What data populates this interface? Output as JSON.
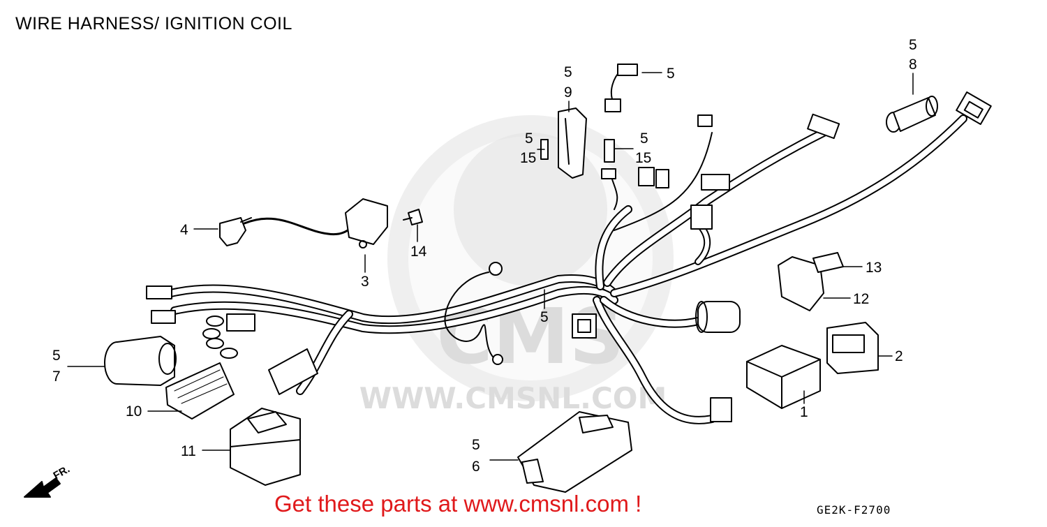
{
  "title": "WIRE HARNESS/ IGNITION COIL",
  "footer": "Get these parts at www.cmsnl.com !",
  "diagram_code": "GE2K-F2700",
  "watermark": {
    "logo": "CMS",
    "url": "WWW.CMSNL.COM"
  },
  "direction_label": "FR.",
  "callouts": {
    "c5a": "5",
    "c8": "8",
    "c5b": "5",
    "c9": "9",
    "c5c": "5",
    "c5d": "5",
    "c15a": "15",
    "c5e": "5",
    "c15b": "15",
    "c4": "4",
    "c3": "3",
    "c14": "14",
    "c13": "13",
    "c12": "12",
    "c5f": "5",
    "c5g": "5",
    "c7": "7",
    "c2": "2",
    "c1": "1",
    "c10": "10",
    "c11": "11",
    "c5h": "5",
    "c6": "6"
  },
  "colors": {
    "footer": "#e0191b",
    "line": "#000000",
    "watermark": "#e2e2e2"
  }
}
